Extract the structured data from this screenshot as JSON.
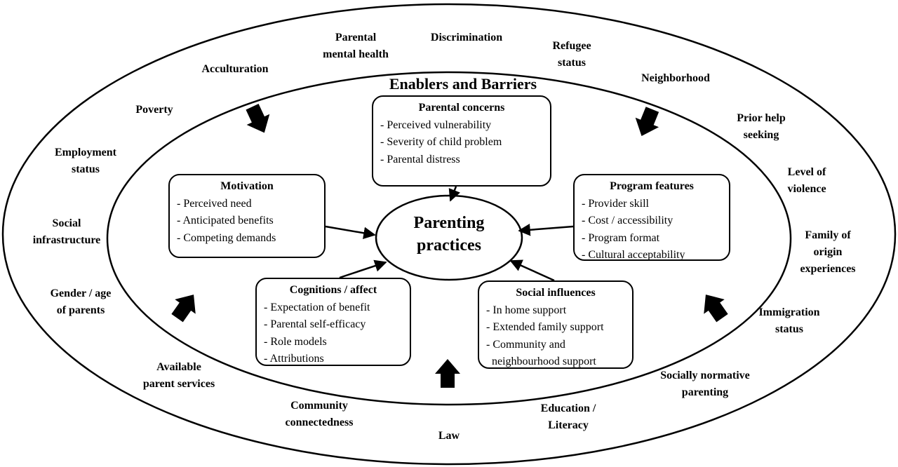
{
  "title": "Enablers and Barriers",
  "center": "Parenting\npractices",
  "outer_factors": {
    "parental_mental_health": "Parental\nmental health",
    "discrimination": "Discrimination",
    "refugee_status": "Refugee\nstatus",
    "acculturation": "Acculturation",
    "neighborhood": "Neighborhood",
    "poverty": "Poverty",
    "prior_help_seeking": "Prior help\nseeking",
    "employment_status": "Employment\nstatus",
    "level_of_violence": "Level of\nviolence",
    "social_infrastructure": "Social\ninfrastructure",
    "family_of_origin": "Family of\norigin\nexperiences",
    "gender_age_of_parents": "Gender / age\nof parents",
    "immigration_status": "Immigration\nstatus",
    "available_parent_services": "Available\nparent services",
    "socially_normative_parenting": "Socially normative\nparenting",
    "community_connectedness": "Community\nconnectedness",
    "education_literacy": "Education /\nLiteracy",
    "law": "Law"
  },
  "boxes": {
    "parental_concerns": {
      "title": "Parental concerns",
      "items": [
        "- Perceived vulnerability",
        "- Severity of child problem",
        "- Parental distress"
      ]
    },
    "motivation": {
      "title": "Motivation",
      "items": [
        "- Perceived need",
        "- Anticipated benefits",
        "- Competing demands"
      ]
    },
    "program_features": {
      "title": "Program features",
      "items": [
        "- Provider skill",
        "- Cost / accessibility",
        "- Program format",
        "- Cultural acceptability"
      ]
    },
    "cognitions_affect": {
      "title": "Cognitions / affect",
      "items": [
        "- Expectation of benefit",
        "- Parental self-efficacy",
        "- Role models",
        "- Attributions"
      ]
    },
    "social_influences": {
      "title": "Social influences",
      "items": [
        "- In home support",
        "- Extended family support",
        "- Community and",
        "  neighbourhood support"
      ]
    }
  },
  "colors": {
    "stroke": "#000000",
    "background": "#ffffff"
  }
}
